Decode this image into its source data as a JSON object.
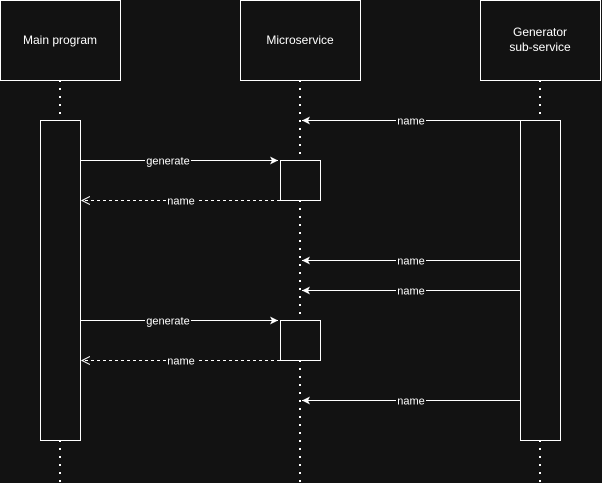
{
  "colors": {
    "background": "#121212",
    "stroke": "#ffffff"
  },
  "participants": [
    {
      "id": "main",
      "lines": [
        "Main program"
      ]
    },
    {
      "id": "micro",
      "lines": [
        "Microservice"
      ]
    },
    {
      "id": "gen",
      "lines": [
        "Generator",
        "sub-service"
      ]
    }
  ],
  "messages": [
    {
      "from": "gen",
      "to": "micro",
      "label": "name",
      "style": "solid"
    },
    {
      "from": "main",
      "to": "micro",
      "label": "generate",
      "style": "solid"
    },
    {
      "from": "micro",
      "to": "main",
      "label": "name",
      "style": "dashed"
    },
    {
      "from": "gen",
      "to": "micro",
      "label": "name",
      "style": "solid"
    },
    {
      "from": "gen",
      "to": "micro",
      "label": "name",
      "style": "solid"
    },
    {
      "from": "main",
      "to": "micro",
      "label": "generate",
      "style": "solid"
    },
    {
      "from": "micro",
      "to": "main",
      "label": "name",
      "style": "dashed"
    },
    {
      "from": "gen",
      "to": "micro",
      "label": "name",
      "style": "solid"
    }
  ]
}
